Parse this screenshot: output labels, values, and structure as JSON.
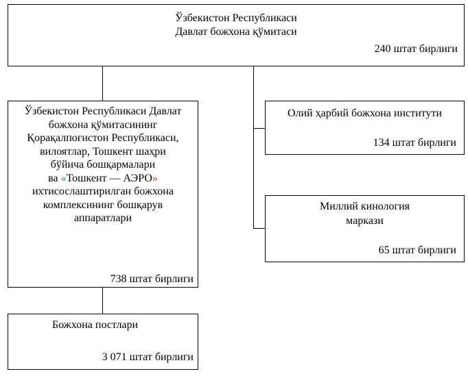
{
  "top_box": {
    "line1": "Ўзбекистон Республикаси",
    "line2": "Давлат божхона қўмитаси",
    "staff": "240 штат бирлиги"
  },
  "left_box": {
    "line1": "Ўзбекистон Республикаси Давлат",
    "line2": "божхона қўмитасининг",
    "line3": "Қорақалпоғистон Республикаси,",
    "line4": "вилоятлар, Тошкент шаҳри",
    "line5": "бўйича бошқармалари",
    "line6_prefix": "ва ",
    "quote_open": "«",
    "line6_name": "Тошкент — АЭРО",
    "quote_close": "»",
    "line7": "ихтисослаштирилган божхона",
    "line8": "комплексининг бошқарув",
    "line9": "аппаратлари",
    "staff": "738 штат бирлиги"
  },
  "right_box_1": {
    "title": "Олий ҳарбий божхона институти",
    "staff": "134 штат бирлиги"
  },
  "right_box_2": {
    "line1": "Миллий кинология",
    "line2": "маркази",
    "staff": "65 штат бирлиги"
  },
  "bottom_box": {
    "title": "Божхона постлари",
    "staff": "3 071 штат бирлиги"
  },
  "colors": {
    "quote_open": "#3a8a4a",
    "quote_close": "#c0392b",
    "lines": "#000000"
  }
}
